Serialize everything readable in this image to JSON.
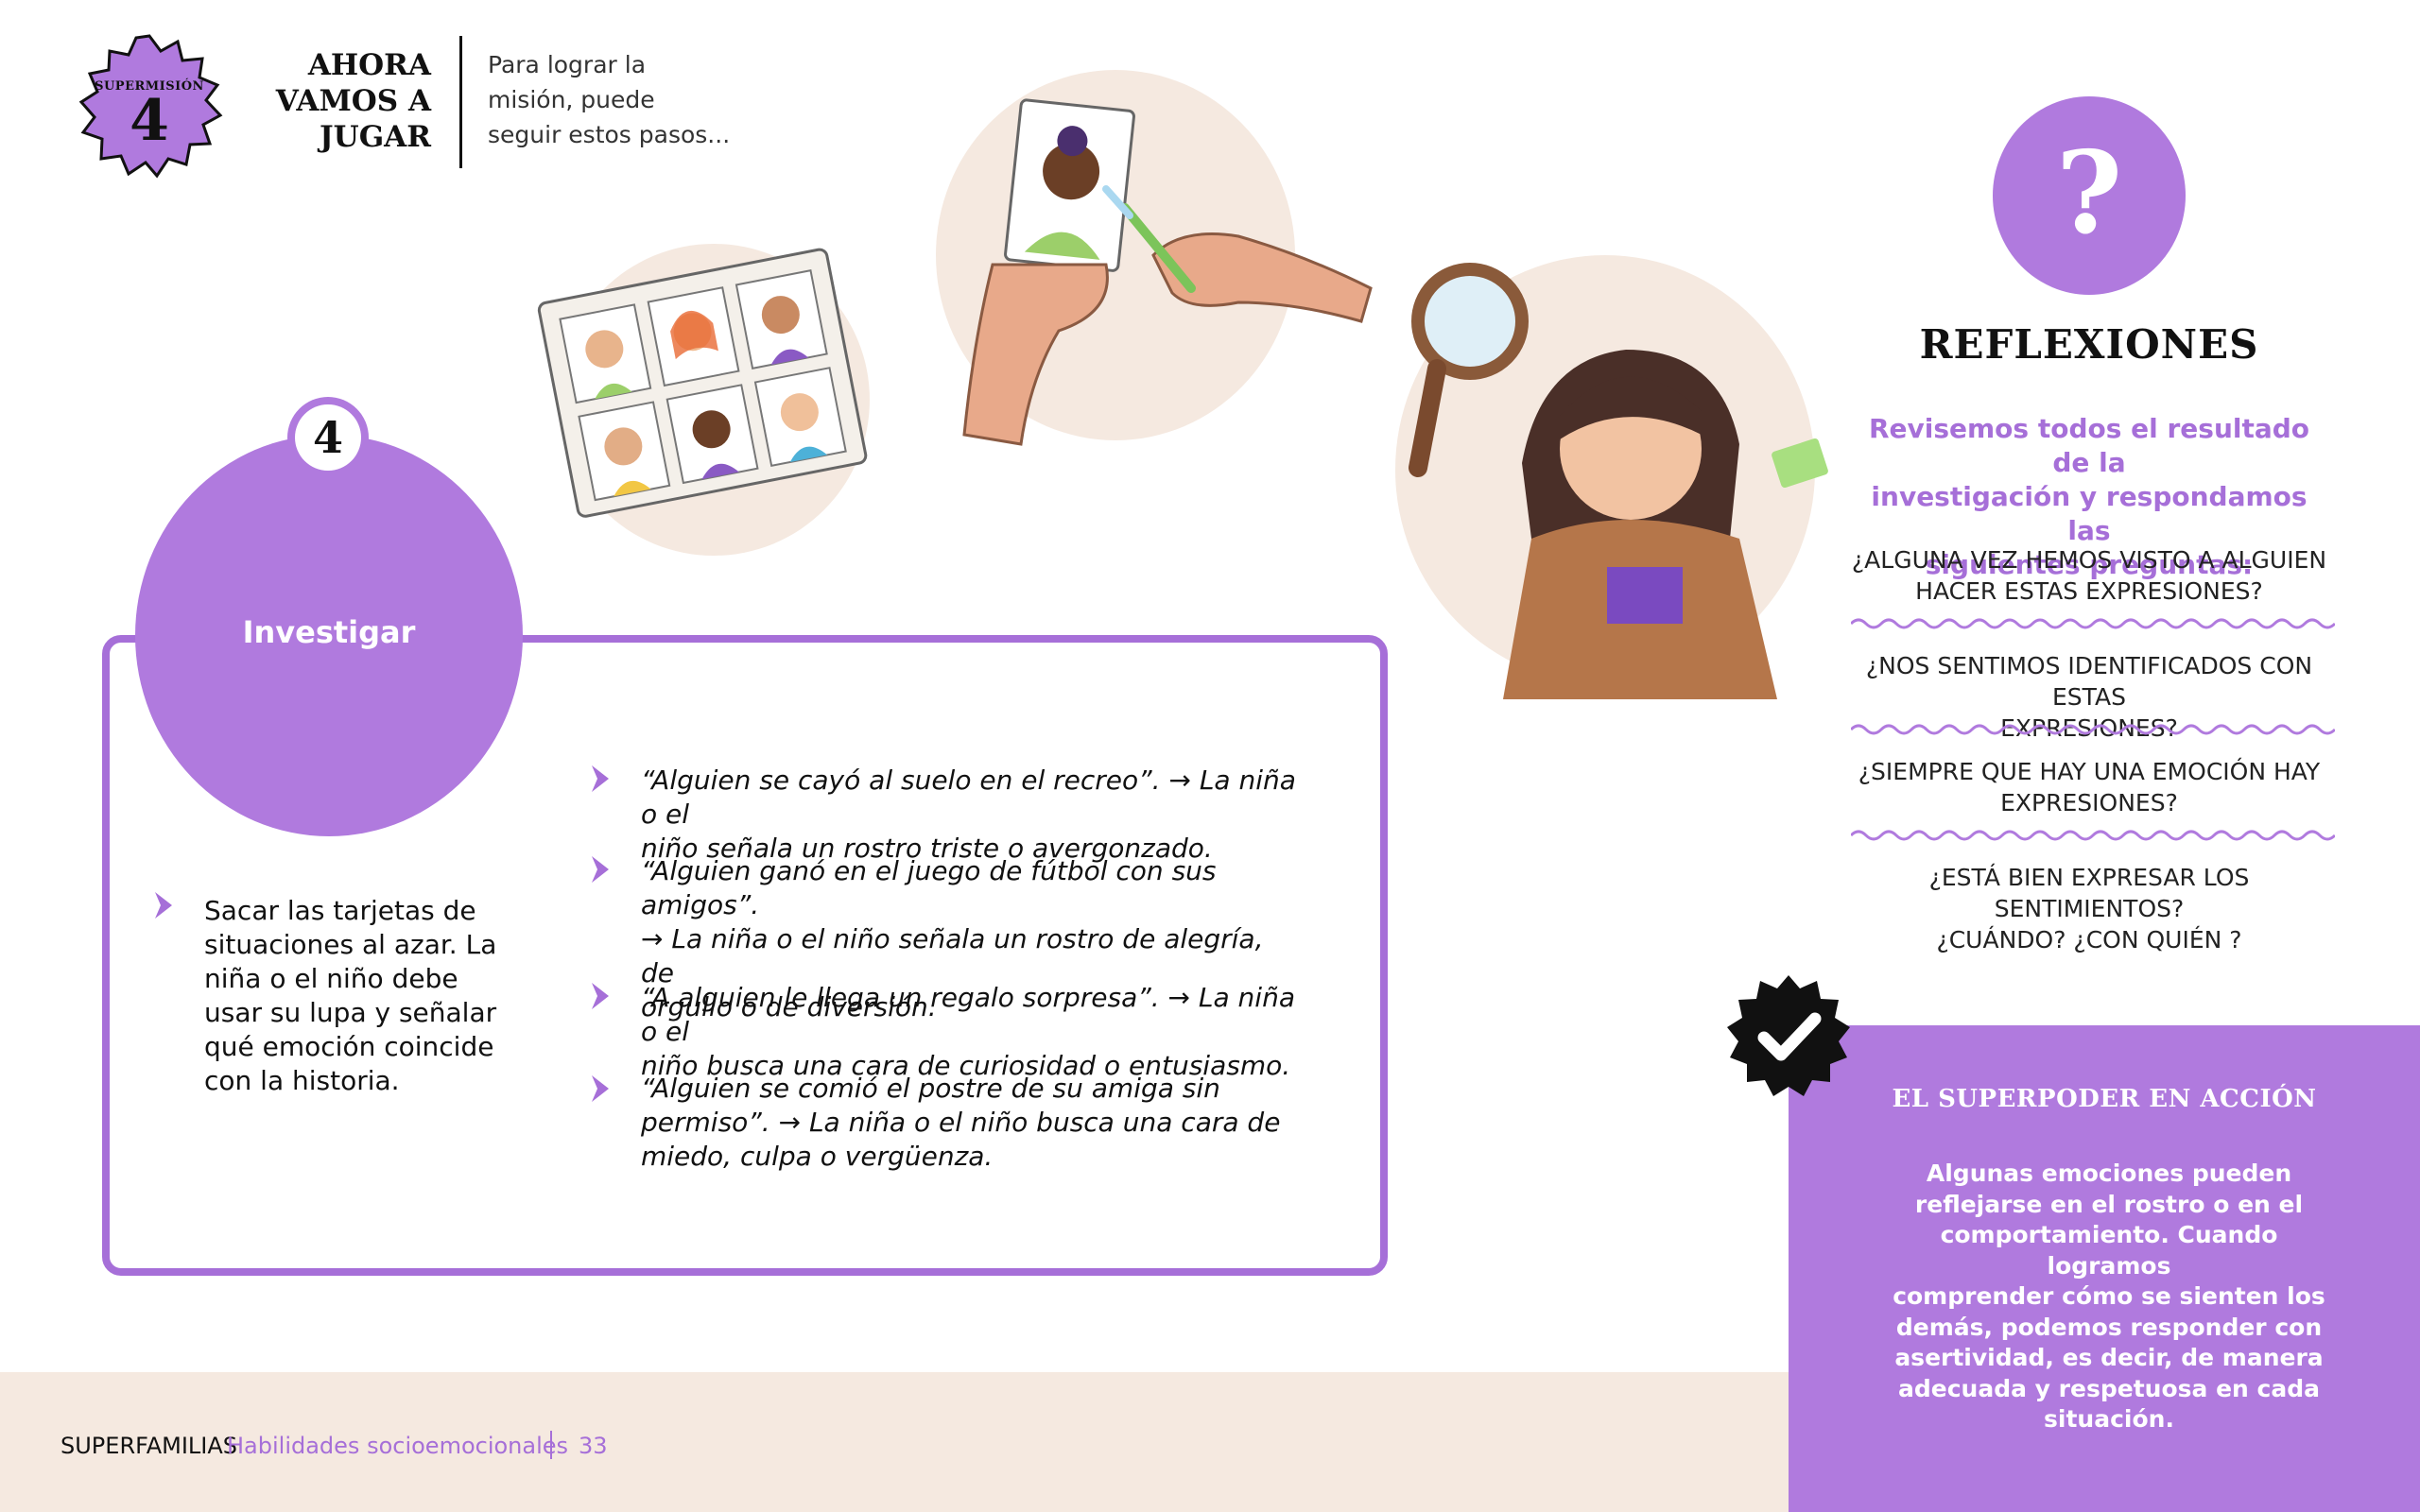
{
  "header": {
    "badge_label": "SUPERMISIÓN",
    "badge_number": "4",
    "title_lines": [
      "AHORA",
      "VAMOS A",
      "JUGAR"
    ],
    "intro_lines": [
      "Para lograr la",
      "misión, puede",
      "seguir estos pasos..."
    ]
  },
  "step": {
    "number": "4",
    "title": "Investigar",
    "left_text_lines": [
      "Sacar las tarjetas de",
      "situaciones al azar. La",
      "niña o el niño debe",
      "usar su lupa y señalar",
      "qué emoción coincide",
      "con la historia."
    ],
    "bullets": [
      {
        "lines": [
          "“Alguien se cayó al suelo en el recreo”. → La niña o el",
          "niño señala un rostro triste o avergonzado."
        ]
      },
      {
        "lines": [
          "“Alguien ganó en el juego de fútbol con sus amigos”.",
          "→ La niña o el niño señala un rostro de alegría, de",
          "orgullo o de diversión."
        ]
      },
      {
        "lines": [
          "“A alguien le llega un regalo sorpresa”. → La niña o el",
          "niño busca una cara de curiosidad o entusiasmo."
        ]
      },
      {
        "lines": [
          "“Alguien se comió el postre de su amiga sin",
          "permiso”. → La niña o el niño busca una cara de",
          "miedo, culpa o vergüenza."
        ]
      }
    ]
  },
  "reflexiones": {
    "icon": "?",
    "title": "REFLEXIONES",
    "intro_lines": [
      "Revisemos todos el resultado de la",
      "investigación y respondamos las",
      "siguientes preguntas:"
    ],
    "questions": [
      {
        "lines": [
          "¿ALGUNA VEZ HEMOS VISTO A ALGUIEN",
          "HACER ESTAS EXPRESIONES?"
        ]
      },
      {
        "lines": [
          "¿NOS SENTIMOS IDENTIFICADOS CON ESTAS",
          "EXPRESIONES?"
        ]
      },
      {
        "lines": [
          "¿SIEMPRE QUE HAY UNA EMOCIÓN HAY",
          "EXPRESIONES?"
        ]
      },
      {
        "lines": [
          "¿ESTÁ BIEN EXPRESAR LOS SENTIMIENTOS?",
          "¿CUÁNDO? ¿CON QUIÉN ?"
        ]
      }
    ]
  },
  "superpoder": {
    "title": "EL SUPERPODER EN ACCIÓN",
    "text_lines": [
      "Algunas emociones pueden",
      "reflejarse en el rostro o en el",
      "comportamiento. Cuando logramos",
      "comprender cómo se sienten los",
      "demás, podemos responder con",
      "asertividad, es decir, de manera",
      "adecuada y respetuosa en cada",
      "situación."
    ]
  },
  "footer": {
    "brand": "SUPERFAMILIAS",
    "subtitle": "Habilidades socioemocionales",
    "page": "33"
  },
  "colors": {
    "accent": "#b07ade",
    "border": "#a66fd8",
    "beige": "#f5e9e0",
    "text": "#111111"
  }
}
